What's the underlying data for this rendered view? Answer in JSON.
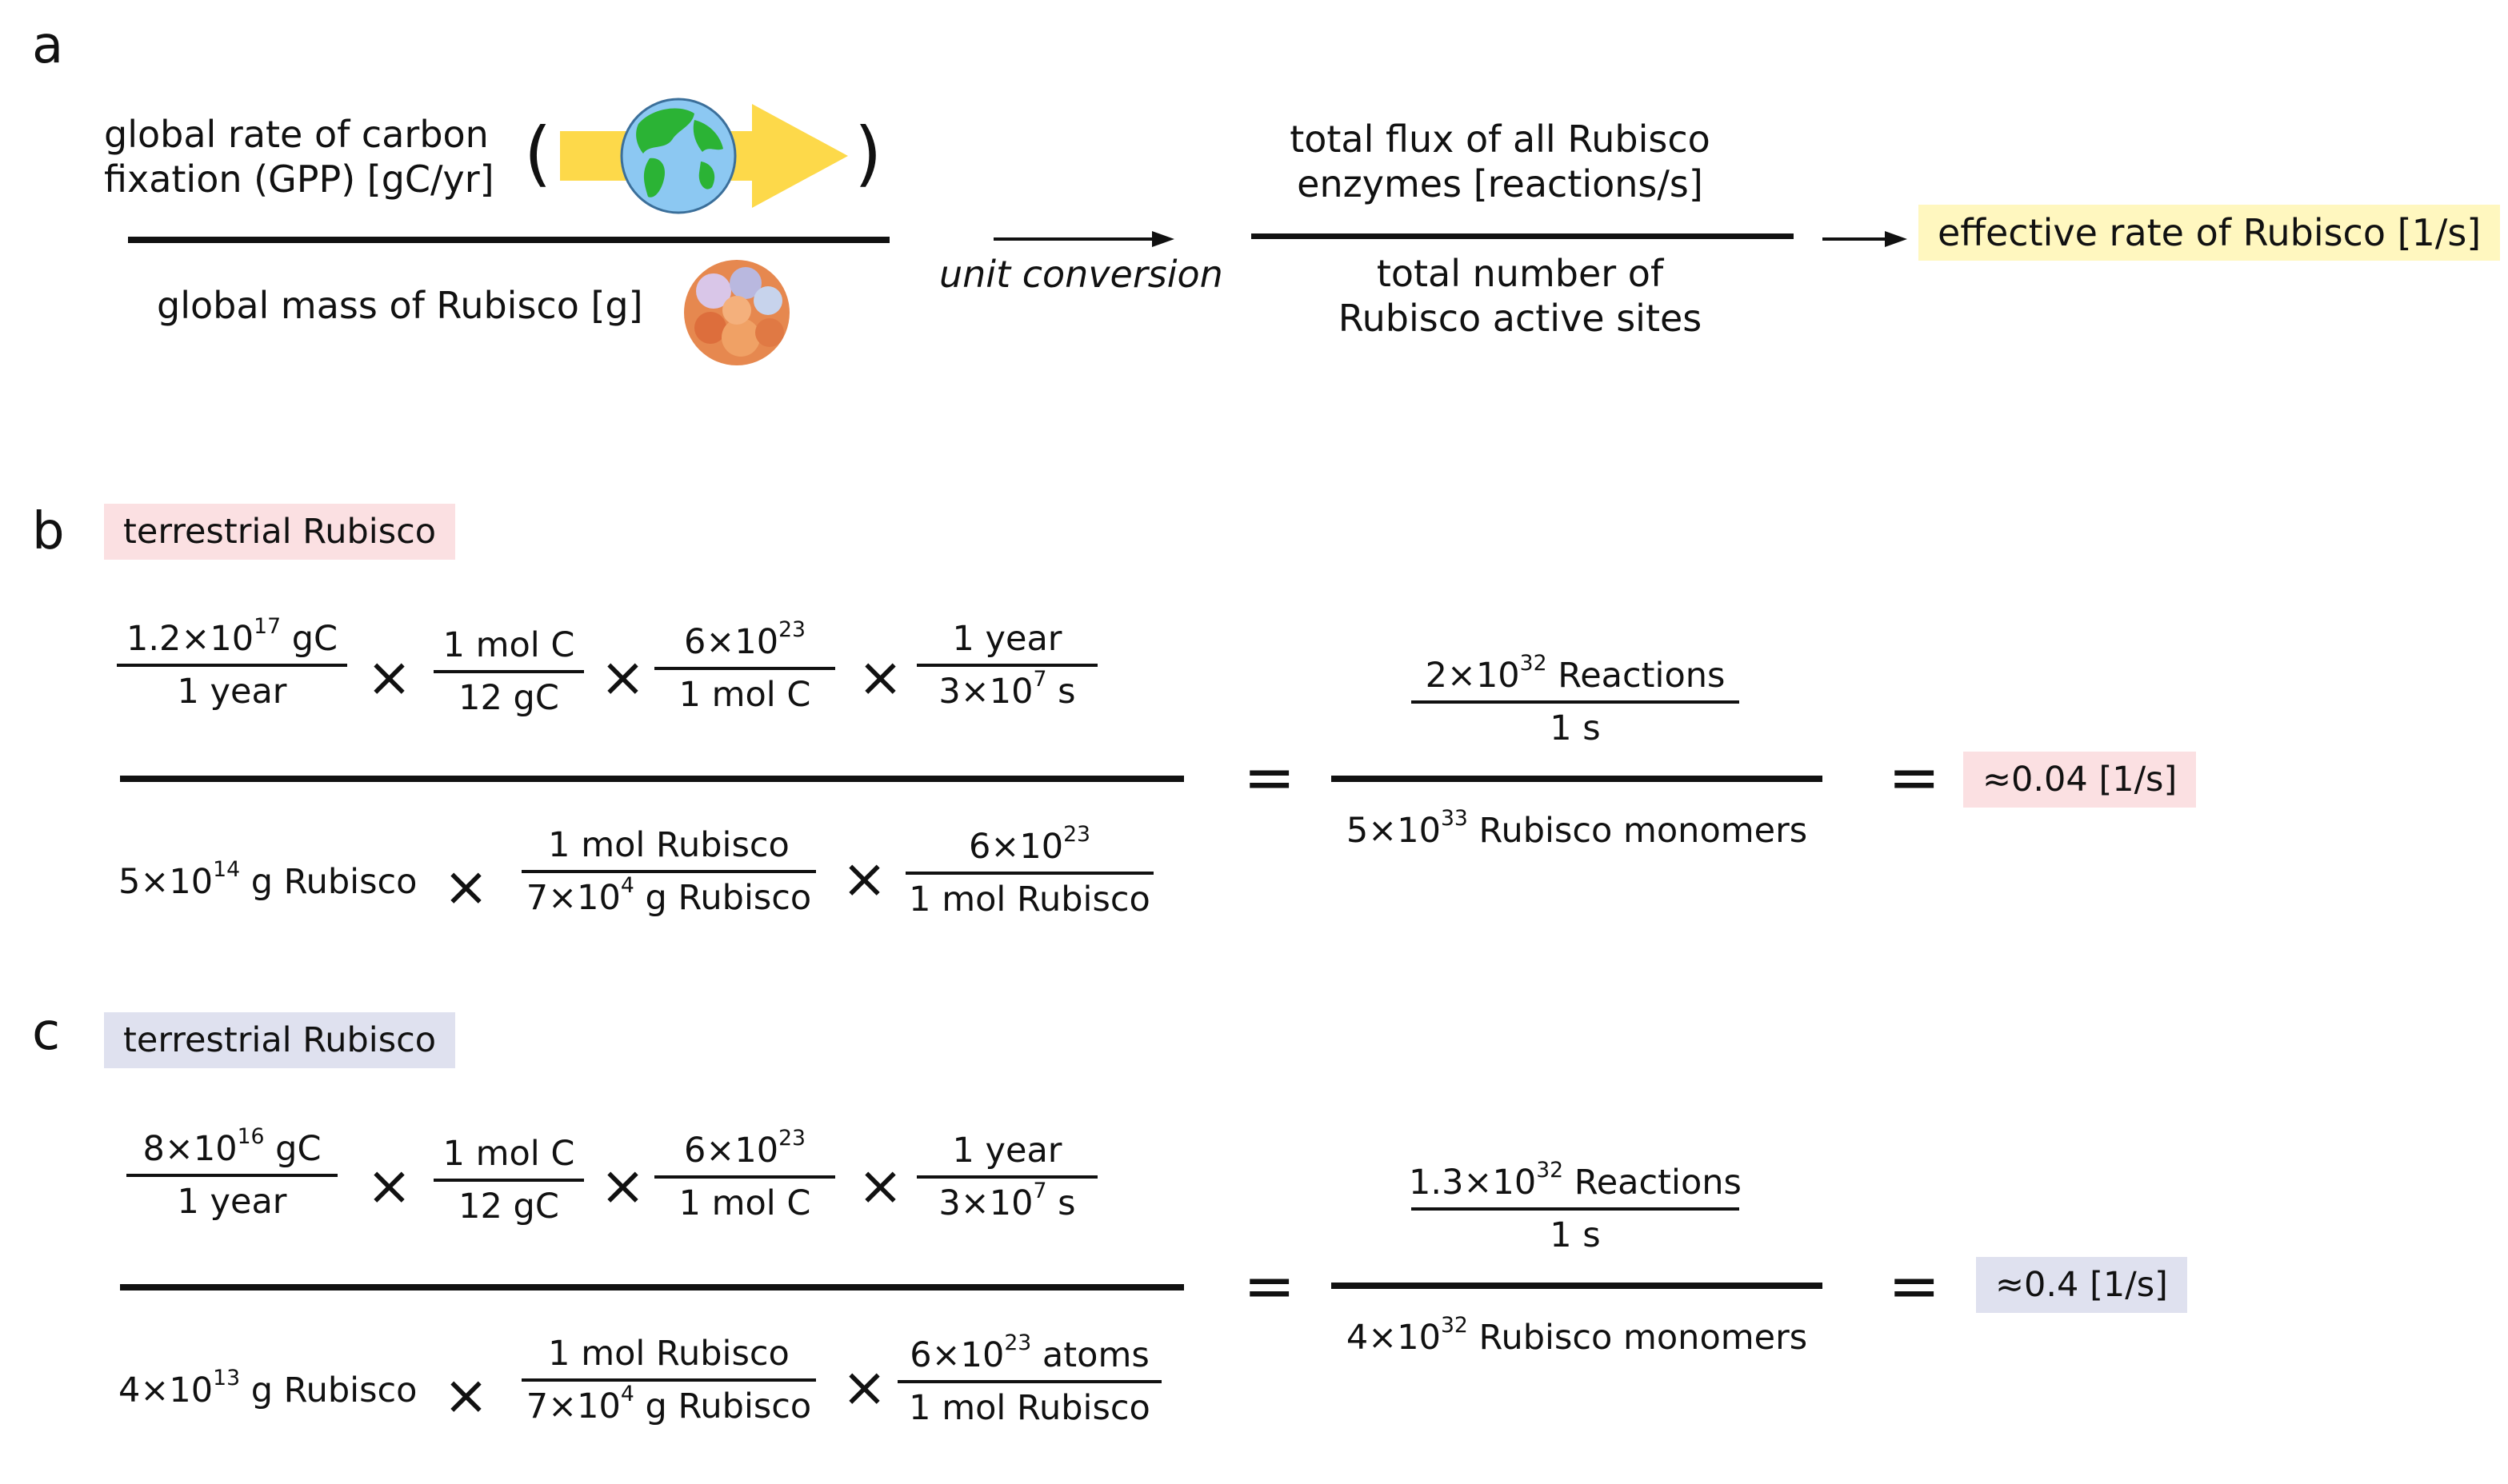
{
  "colors": {
    "yellow_hl": "#fff7bf",
    "pink_hl": "#fbe0e2",
    "blue_hl": "#dfe1ef",
    "arrow_yellow": "#fdd94a",
    "ocean": "#7fc3ee",
    "land": "#2bb335"
  },
  "icons": [
    "earth-icon",
    "rubisco-protein-icon",
    "yellow-arrow-icon"
  ],
  "panel_a": {
    "letter": "a",
    "gpp_line1": "global rate of carbon",
    "gpp_line2": "fixation (GPP) [gC/yr]",
    "paren_open": "(",
    "paren_close": ")",
    "mass_label": "global mass of Rubisco [g]",
    "unit_conversion": "unit conversion",
    "flux_line1": "total flux of all Rubisco",
    "flux_line2": "enzymes [reactions/s]",
    "sites_line1": "total number of",
    "sites_line2": "Rubisco active sites",
    "result": "effective rate of Rubisco [1/s]"
  },
  "panel_b": {
    "letter": "b",
    "title": "terrestrial Rubisco",
    "num": [
      {
        "top": "1.2×10<sup>17</sup> gC",
        "bottom": "1 year"
      },
      {
        "top": "1 mol C",
        "bottom": "12 gC"
      },
      {
        "top": "6×10<sup>23</sup>",
        "bottom": "1 mol C"
      },
      {
        "top": "1 year",
        "bottom": "3×10<sup>7</sup> s"
      }
    ],
    "den_first": "5×10<sup>14</sup> g Rubisco",
    "den": [
      {
        "top": "1 mol Rubisco",
        "bottom": "7×10<sup>4</sup> g Rubisco"
      },
      {
        "top": "6×10<sup>23</sup>",
        "bottom": "1 mol Rubisco"
      }
    ],
    "mid_top": "2×10<sup>32</sup> Reactions",
    "mid_bottom": "1 s",
    "mid_den": "5×10<sup>33</sup> Rubisco monomers",
    "result": "≈0.04 [1/s]"
  },
  "panel_c": {
    "letter": "c",
    "title": "terrestrial Rubisco",
    "num": [
      {
        "top": "8×10<sup>16</sup> gC",
        "bottom": "1 year"
      },
      {
        "top": "1 mol C",
        "bottom": "12 gC"
      },
      {
        "top": "6×10<sup>23</sup>",
        "bottom": "1 mol C"
      },
      {
        "top": "1 year",
        "bottom": "3×10<sup>7</sup> s"
      }
    ],
    "den_first": "4×10<sup>13</sup> g Rubisco",
    "den": [
      {
        "top": "1 mol Rubisco",
        "bottom": "7×10<sup>4</sup> g Rubisco"
      },
      {
        "top": "6×10<sup>23</sup> atoms",
        "bottom": "1 mol Rubisco"
      }
    ],
    "mid_top": "1.3×10<sup>32</sup> Reactions",
    "mid_bottom": "1 s",
    "mid_den": "4×10<sup>32</sup> Rubisco monomers",
    "result": "≈0.4 [1/s]"
  },
  "symbols": {
    "times": "×",
    "equals": "="
  }
}
